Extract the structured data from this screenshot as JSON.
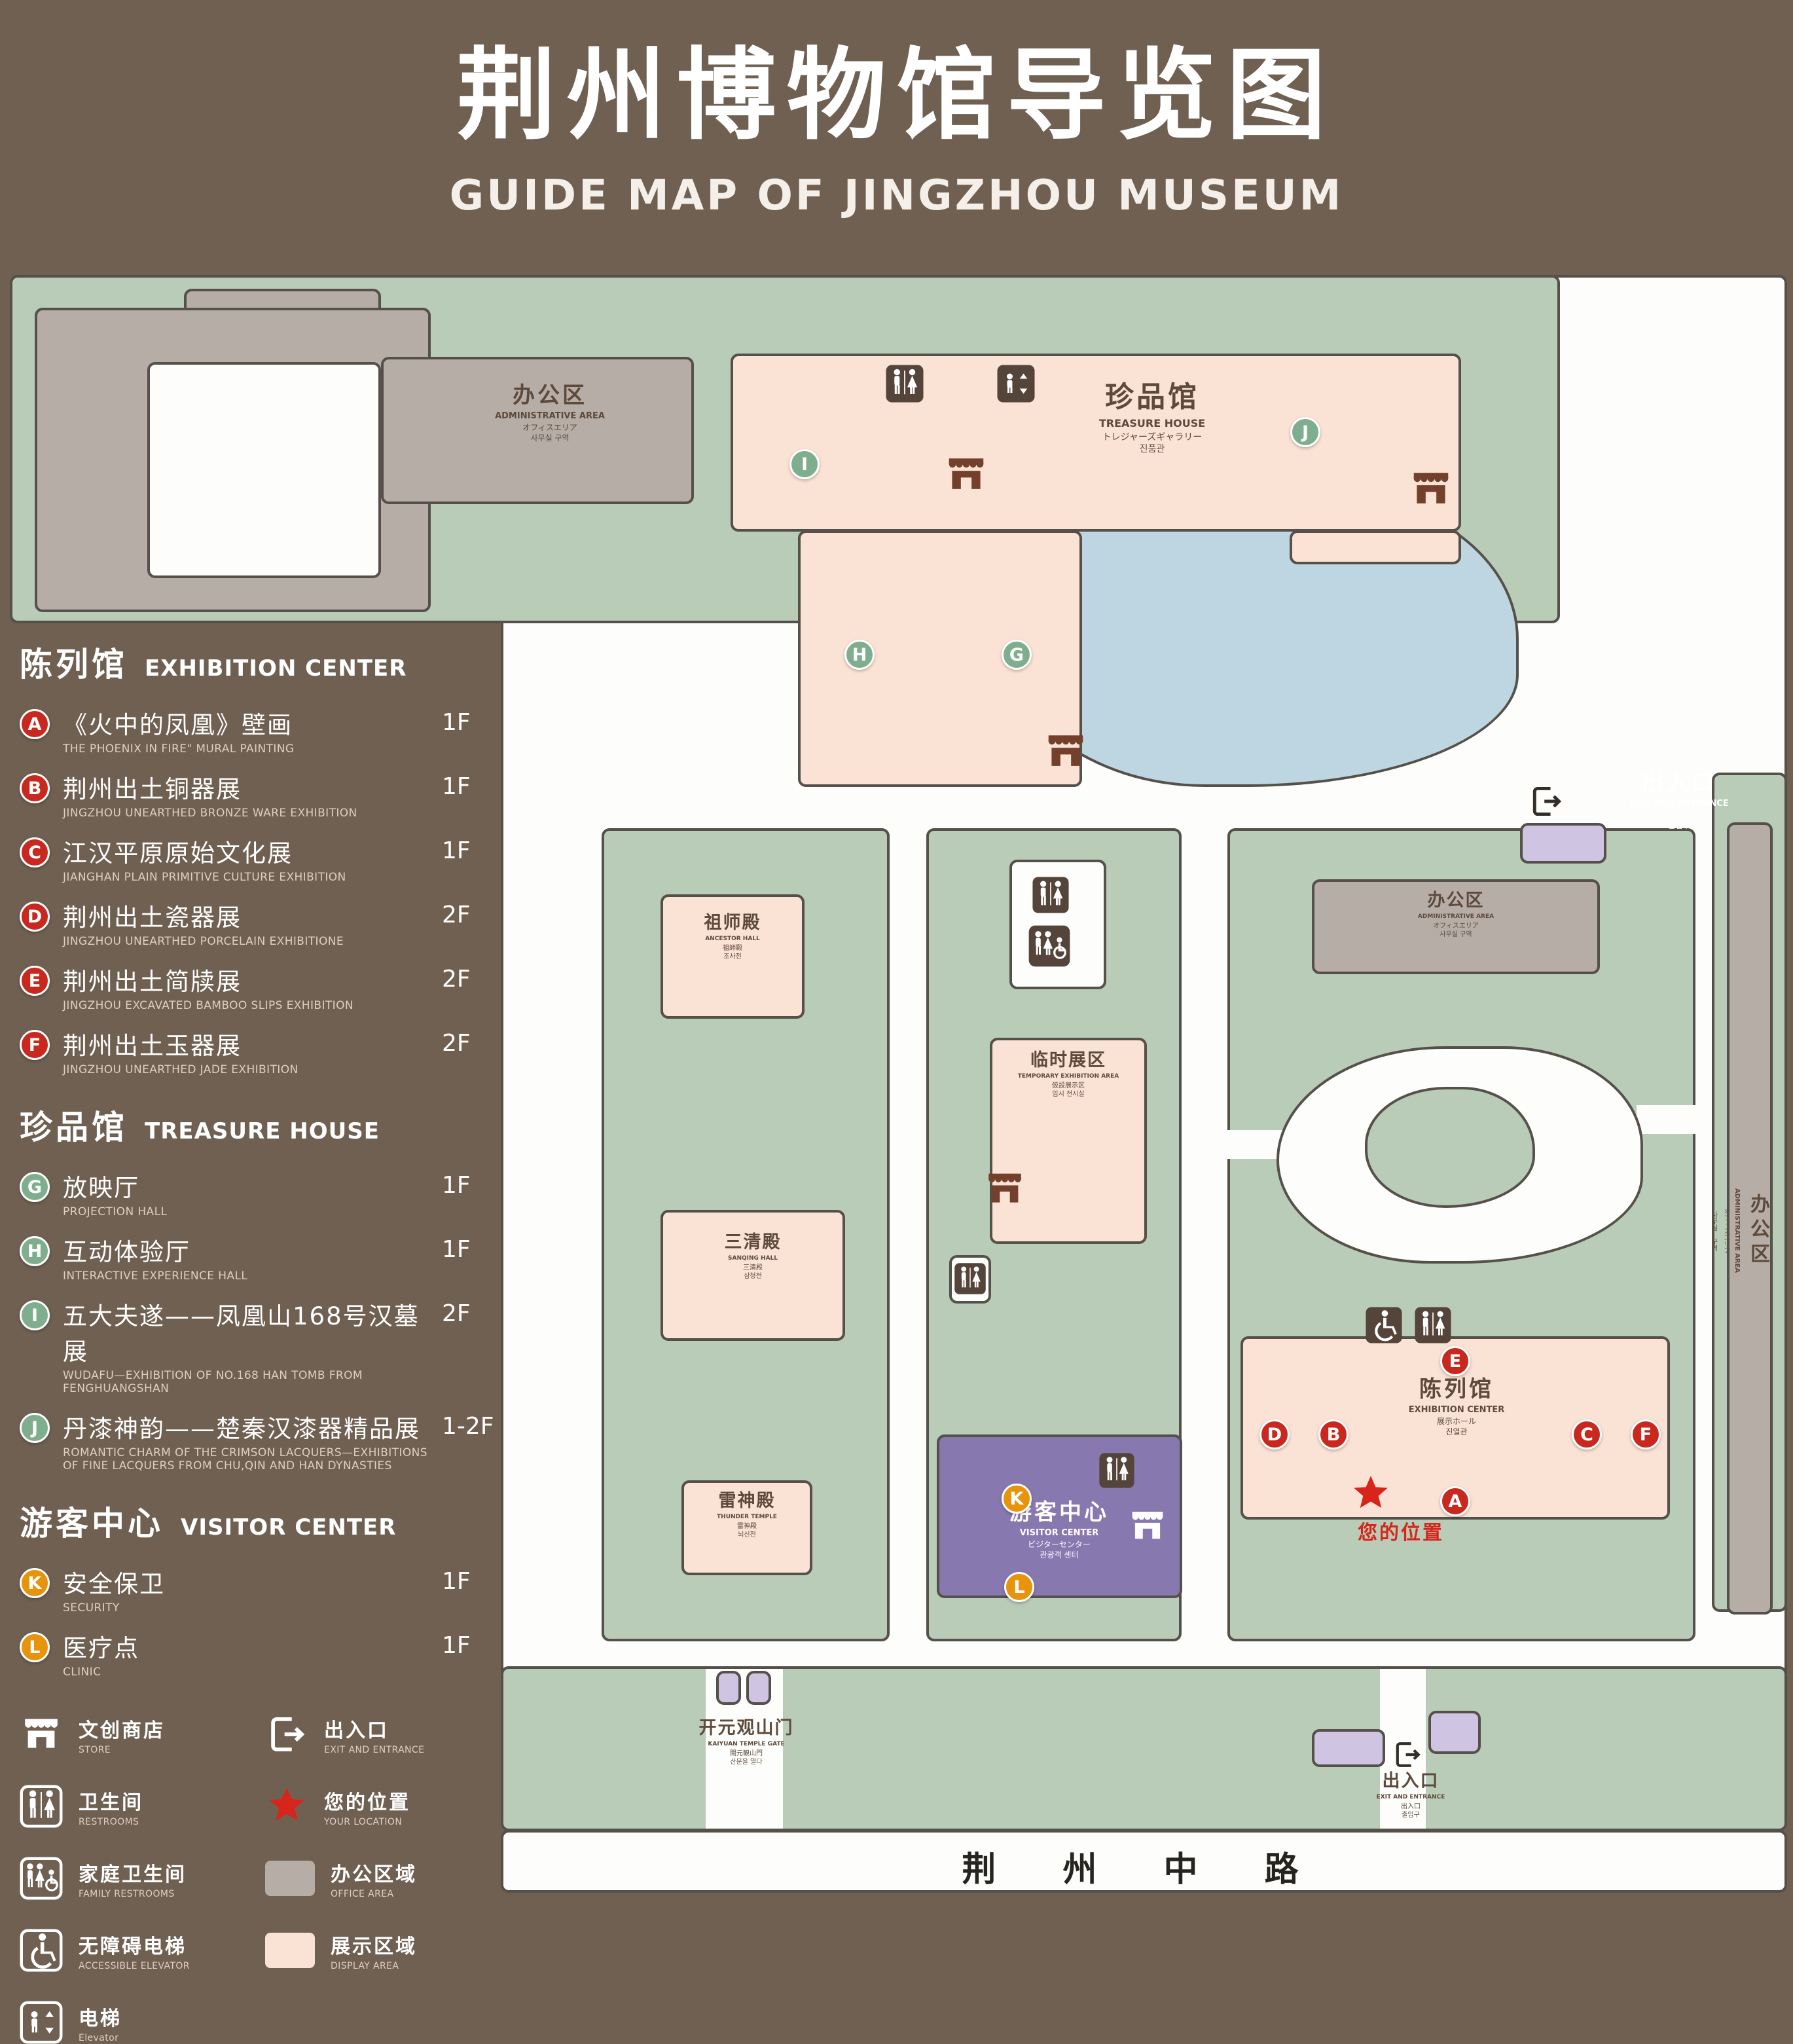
{
  "header": {
    "title_cn": "荆州博物馆导览图",
    "title_en": "GUIDE MAP OF JINGZHOU MUSEUM"
  },
  "legend": {
    "sections": [
      {
        "title_cn": "陈列馆",
        "title_en": "EXHIBITION CENTER"
      },
      {
        "title_cn": "珍品馆",
        "title_en": "TREASURE HOUSE"
      },
      {
        "title_cn": "游客中心",
        "title_en": "VISITOR CENTER"
      }
    ],
    "items": [
      {
        "letter": "A",
        "cn": "《火中的凤凰》壁画",
        "en": "THE PHOENIX IN FIRE\" MURAL PAINTING",
        "floor": "1F"
      },
      {
        "letter": "B",
        "cn": "荆州出土铜器展",
        "en": "JINGZHOU UNEARTHED BRONZE WARE EXHIBITION",
        "floor": "1F"
      },
      {
        "letter": "C",
        "cn": "江汉平原原始文化展",
        "en": "JIANGHAN PLAIN PRIMITIVE CULTURE EXHIBITION",
        "floor": "1F"
      },
      {
        "letter": "D",
        "cn": "荆州出土瓷器展",
        "en": "JINGZHOU UNEARTHED PORCELAIN EXHIBITIONE",
        "floor": "2F"
      },
      {
        "letter": "E",
        "cn": "荆州出土简牍展",
        "en": "JINGZHOU EXCAVATED BAMBOO SLIPS EXHIBITION",
        "floor": "2F"
      },
      {
        "letter": "F",
        "cn": "荆州出土玉器展",
        "en": "JINGZHOU UNEARTHED JADE EXHIBITION",
        "floor": "2F"
      },
      {
        "letter": "G",
        "cn": "放映厅",
        "en": "PROJECTION HALL",
        "floor": "1F"
      },
      {
        "letter": "H",
        "cn": "互动体验厅",
        "en": "INTERACTIVE EXPERIENCE HALL",
        "floor": "1F"
      },
      {
        "letter": "I",
        "cn": "五大夫遂——凤凰山168号汉墓展",
        "en": "WUDAFU—EXHIBITION OF NO.168 HAN TOMB FROM FENGHUANGSHAN",
        "floor": "2F"
      },
      {
        "letter": "J",
        "cn": "丹漆神韵——楚秦汉漆器精品展",
        "en": "ROMANTIC CHARM OF THE CRIMSON LACQUERS—EXHIBITIONS OF FINE LACQUERS FROM CHU,QIN AND HAN DYNASTIES",
        "floor": "1-2F"
      },
      {
        "letter": "K",
        "cn": "安全保卫",
        "en": "SECURITY",
        "floor": "1F"
      },
      {
        "letter": "L",
        "cn": "医疗点",
        "en": "CLINIC",
        "floor": "1F"
      }
    ],
    "icons": [
      {
        "icon": "store-icon",
        "cn": "文创商店",
        "en": "STORE"
      },
      {
        "icon": "exit-icon",
        "cn": "出入口",
        "en": "EXIT AND ENTRANCE"
      },
      {
        "icon": "restroom-icon",
        "cn": "卫生间",
        "en": "RESTROOMS"
      },
      {
        "icon": "location-star-icon",
        "cn": "您的位置",
        "en": "YOUR LOCATION"
      },
      {
        "icon": "family-restroom-icon",
        "cn": "家庭卫生间",
        "en": "FAMILY RESTROOMS"
      },
      {
        "icon": "office-area-swatch",
        "cn": "办公区域",
        "en": "OFFICE AREA"
      },
      {
        "icon": "accessible-elevator-icon",
        "cn": "无障碍电梯",
        "en": "ACCESSIBLE ELEVATOR"
      },
      {
        "icon": "display-area-swatch",
        "cn": "展示区域",
        "en": "DISPLAY AREA"
      },
      {
        "icon": "elevator-icon",
        "cn": "电梯",
        "en": "Elevator"
      }
    ]
  },
  "map": {
    "buildings": {
      "admin_top": {
        "cn": "办公区",
        "en": "ADMINISTRATIVE AREA",
        "jp": "オフィスエリア",
        "kr": "사무실 구역"
      },
      "treasure": {
        "cn": "珍品馆",
        "en": "TREASURE HOUSE",
        "jp": "トレジャーズギャラリー",
        "kr": "진품관"
      },
      "exit_right": {
        "cn": "出入口",
        "en": "EXIT AND ENTRANCE",
        "jp": "出入口",
        "kr": "출입구"
      },
      "ancestor": {
        "cn": "祖师殿",
        "en": "ANCESTOR HALL",
        "jp": "祖師殿",
        "kr": "조사전"
      },
      "admin_mid": {
        "cn": "办公区",
        "en": "ADMINISTRATIVE AREA",
        "jp": "オフィスエリア",
        "kr": "사무실 구역"
      },
      "temporary": {
        "cn": "临时展区",
        "en": "TEMPORARY EXHIBITION AREA",
        "jp": "仮設展示区",
        "kr": "임시 전시실"
      },
      "sanqing": {
        "cn": "三清殿",
        "en": "SANQING HALL",
        "jp": "三清殿",
        "kr": "삼청전"
      },
      "exhibition": {
        "cn": "陈列馆",
        "en": "EXHIBITION CENTER",
        "jp": "展示ホール",
        "kr": "진열관"
      },
      "thunder": {
        "cn": "雷神殿",
        "en": "THUNDER TEMPLE",
        "jp": "雷神殿",
        "kr": "뇌신전"
      },
      "visitor": {
        "cn": "游客中心",
        "en": "VISITOR CENTER",
        "jp": "ビジターセンター",
        "kr": "관광객 센터"
      },
      "gate": {
        "cn": "开元观山门",
        "en": "KAIYUAN TEMPLE GATE",
        "jp": "開元観山門",
        "kr": "산문을 열다"
      },
      "exit_bottom": {
        "cn": "出入口",
        "en": "EXIT AND ENTRANCE",
        "jp": "出入口",
        "kr": "출입구"
      },
      "admin_right": {
        "cn": "办公区",
        "en": "ADMINISTRATIVE AREA",
        "jp": "オフィスエリア",
        "kr": "사무실 구역"
      }
    },
    "markers": {
      "A": "A",
      "B": "B",
      "C": "C",
      "D": "D",
      "E": "E",
      "F": "F",
      "G": "G",
      "H": "H",
      "I": "I",
      "J": "J",
      "K": "K",
      "L": "L"
    },
    "your_location": "您的位置",
    "road": "荆 州 中 路"
  },
  "colors": {
    "background": "#6f6052",
    "lawn": "#b9ccb7",
    "display_area": "#fae2d5",
    "office_area": "#b6ada6",
    "visitor_center": "#8878b0",
    "entrance_building": "#cfc4e2",
    "pond": "#bdd6e2",
    "path": "#fdfdfb",
    "marker_red": "#c8281e",
    "marker_green": "#7fae8e",
    "marker_orange": "#e8930c",
    "location_red": "#d8251c"
  }
}
